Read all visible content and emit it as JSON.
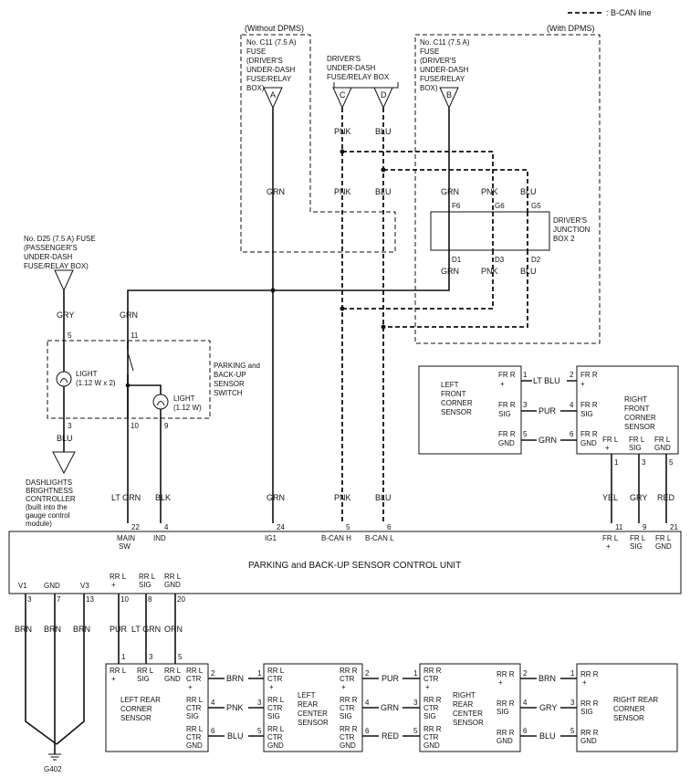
{
  "legend": {
    "bcan": ": B-CAN line"
  },
  "without_dpms": {
    "label": "(Without DPMS)",
    "fuse": [
      "No. C11 (7.5 A)",
      "FUSE",
      "(DRIVER'S",
      "UNDER-DASH",
      "FUSE/RELAY",
      "BOX)"
    ],
    "conn": "A",
    "wire": "GRN"
  },
  "with_dpms": {
    "label": "(With DPMS)",
    "fuse": [
      "No. C11 (7.5 A)",
      "FUSE",
      "(DRIVER'S",
      "UNDER-DASH",
      "FUSE/RELAY",
      "BOX)"
    ],
    "conn": "B",
    "wire": "GRN"
  },
  "driver_box": {
    "title": [
      "DRIVER'S",
      "UNDER-DASH",
      "FUSE/RELAY BOX"
    ],
    "conn_c": "C",
    "conn_d": "D",
    "wire_c": "PNK",
    "wire_d": "BLU"
  },
  "junction": {
    "title": [
      "DRIVER'S",
      "JUNCTION",
      "BOX 2"
    ],
    "pins_top": [
      "F6",
      "G6",
      "G5"
    ],
    "wires_top": [
      "GRN",
      "PNK",
      "BLU"
    ],
    "pins_bot": [
      "D1",
      "D3",
      "D2"
    ],
    "wires_bot": [
      "GRN",
      "PNK",
      "BLU"
    ]
  },
  "wires_mid": {
    "grn": "GRN",
    "pnk": "PNK",
    "blu": "BLU"
  },
  "d25": {
    "fuse": [
      "No. D25 (7.5 A) FUSE",
      "(PASSENGER'S",
      "UNDER-DASH",
      "FUSE/RELAY BOX)"
    ],
    "wire": "GRY"
  },
  "switch": {
    "name": [
      "PARKING and",
      "BACK-UP",
      "SENSOR",
      "SWITCH"
    ],
    "light1": [
      "LIGHT",
      "(1.12 W x 2)"
    ],
    "light2": [
      "LIGHT",
      "(1.12 W)"
    ],
    "pins": [
      "5",
      "11",
      "3",
      "10",
      "9"
    ],
    "wire_in": "GRN",
    "wire_out": "BLU"
  },
  "dashlights": [
    "DASHLIGHTS",
    "BRIGHTNESS",
    "CONTROLLER",
    "(built into the",
    "gauge control",
    "module)"
  ],
  "unit": {
    "title": "PARKING and BACK-UP SENSOR CONTROL UNIT",
    "top_wires": [
      "LT GRN",
      "BLK",
      "GRN",
      "PNK",
      "BLU",
      "YEL",
      "GRY",
      "RED"
    ],
    "top_pins": [
      "22",
      "4",
      "24",
      "5",
      "6",
      "11",
      "9",
      "21"
    ],
    "top_labels": [
      [
        "MAIN",
        "SW"
      ],
      [
        "IND"
      ],
      [
        "IG1"
      ],
      [
        "B-CAN H"
      ],
      [
        "B-CAN L"
      ],
      [
        "FR L",
        "+"
      ],
      [
        "FR L",
        "SIG"
      ],
      [
        "FR L",
        "GND"
      ]
    ],
    "bot_labels": [
      [
        "V1"
      ],
      [
        "GND"
      ],
      [
        "V3"
      ],
      [
        "RR L",
        "+"
      ],
      [
        "RR L",
        "SIG"
      ],
      [
        "RR L",
        "GND"
      ]
    ],
    "bot_pins": [
      "3",
      "7",
      "13",
      "10",
      "8",
      "20"
    ],
    "bot_wires": [
      "BRN",
      "BRN",
      "BRN",
      "PUR",
      "LT GRN",
      "ORN"
    ]
  },
  "ground": "G402",
  "front_sensors": {
    "left": {
      "name": [
        "LEFT",
        "FRONT",
        "CORNER",
        "SENSOR"
      ],
      "pins": [
        [
          "FR R",
          "+"
        ],
        [
          "FR R",
          "SIG"
        ],
        [
          "FR R",
          "GND"
        ]
      ],
      "nums": [
        "1",
        "3",
        "5"
      ]
    },
    "right": {
      "name": [
        "RIGHT",
        "FRONT",
        "CORNER",
        "SENSOR"
      ],
      "pins": [
        [
          "FR R",
          "+"
        ],
        [
          "FR R",
          "SIG"
        ],
        [
          "FR R",
          "GND"
        ]
      ],
      "nums": [
        "2",
        "4",
        "6"
      ],
      "bottom": [
        [
          "FR L",
          "+"
        ],
        [
          "FR L",
          "SIG"
        ],
        [
          "FR L",
          "GND"
        ]
      ],
      "bottom_nums": [
        "1",
        "3",
        "5"
      ]
    },
    "wires": [
      "LT BLU",
      "PUR",
      "GRN"
    ],
    "down_wires": [
      "YEL",
      "GRY",
      "RED"
    ]
  },
  "rear_sensors": {
    "left_corner": {
      "name": [
        "LEFT REAR",
        "CORNER",
        "SENSOR"
      ],
      "top": [
        [
          "RR L",
          "+"
        ],
        [
          "RR L",
          "SIG"
        ],
        [
          "RR L",
          "GND"
        ]
      ],
      "top_nums": [
        "1",
        "3",
        "5"
      ],
      "right": [
        [
          "RR L",
          "CTR",
          "+"
        ],
        [
          "RR L",
          "CTR",
          "SIG"
        ],
        [
          "RR L",
          "CTR",
          "GND"
        ]
      ],
      "right_nums": [
        "2",
        "4",
        "6"
      ]
    },
    "left_center": {
      "name": [
        "LEFT",
        "REAR",
        "CENTER",
        "SENSOR"
      ],
      "left": [
        [
          "RR L",
          "CTR",
          "+"
        ],
        [
          "RR L",
          "CTR",
          "SIG"
        ],
        [
          "RR L",
          "CTR",
          "GND"
        ]
      ],
      "left_nums": [
        "1",
        "3",
        "5"
      ],
      "right": [
        [
          "RR R",
          "CTR",
          "+"
        ],
        [
          "RR R",
          "CTR",
          "SIG"
        ],
        [
          "RR R",
          "CTR",
          "GND"
        ]
      ],
      "right_nums": [
        "2",
        "4",
        "6"
      ]
    },
    "right_center": {
      "name": [
        "RIGHT",
        "REAR",
        "CENTER",
        "SENSOR"
      ],
      "left": [
        [
          "RR R",
          "CTR",
          "+"
        ],
        [
          "RR R",
          "CTR",
          "SIG"
        ],
        [
          "RR R",
          "CTR",
          "GND"
        ]
      ],
      "left_nums": [
        "1",
        "3",
        "5"
      ],
      "right": [
        [
          "RR R",
          "+"
        ],
        [
          "RR R",
          "SIG"
        ],
        [
          "RR R",
          "GND"
        ]
      ],
      "right_nums": [
        "2",
        "4",
        "6"
      ]
    },
    "right_corner": {
      "name": [
        "RIGHT REAR",
        "CORNER",
        "SENSOR"
      ],
      "left": [
        [
          "RR R",
          "+"
        ],
        [
          "RR R",
          "SIG"
        ],
        [
          "RR R",
          "GND"
        ]
      ],
      "left_nums": [
        "1",
        "3",
        "5"
      ]
    },
    "wires1": [
      "BRN",
      "PNK",
      "BLU"
    ],
    "wires2": [
      "PUR",
      "GRN",
      "RED"
    ],
    "wires3": [
      "BRN",
      "GRY",
      "BLU"
    ]
  },
  "ticks": {
    "one": "1",
    "three": "3",
    "five": "5"
  }
}
